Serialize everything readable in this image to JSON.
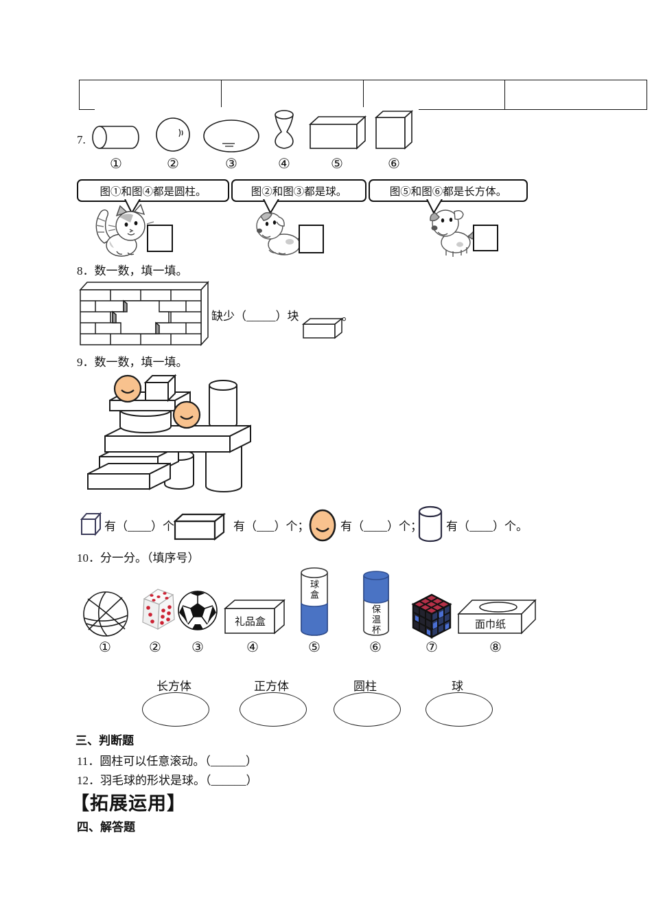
{
  "colors": {
    "accent_blue": "#4a73c4",
    "peach": "#f8c28e",
    "ink": "#111111"
  },
  "top_table": {
    "cells": [
      "",
      "",
      "",
      ""
    ]
  },
  "q7": {
    "number": "7.",
    "shape_nums": [
      "①",
      "②",
      "③",
      "④",
      "⑤",
      "⑥"
    ],
    "bubbles": [
      "图①和图④都是圆柱。",
      "图②和图③都是球。",
      "图⑤和图⑥都是长方体。"
    ]
  },
  "q8": {
    "title": "8．数一数，填一填。",
    "prompt": "缺少（_____）块",
    "period": "。"
  },
  "q9": {
    "title": "9．数一数，填一填。",
    "counts": [
      {
        "label": "有（____）个；"
      },
      {
        "label": "有（___）个；"
      },
      {
        "label": "有（____）个；"
      },
      {
        "label": "有（____）个。"
      }
    ]
  },
  "q10": {
    "title": "10．分一分。（填序号）",
    "item_nums": [
      "①",
      "②",
      "③",
      "④",
      "⑤",
      "⑥",
      "⑦",
      "⑧"
    ],
    "item_labels": {
      "gift_box": "礼品盒",
      "ball_box": "球盒",
      "thermos": "保温杯",
      "tissue_box": "面巾纸"
    },
    "categories": [
      "长方体",
      "正方体",
      "圆柱",
      "球"
    ]
  },
  "section3": {
    "heading": "三、判断题",
    "items": [
      "11．圆柱可以任意滚动。（______）",
      "12．羽毛球的形状是球。（______）"
    ]
  },
  "banner": "【拓展运用】",
  "section4": {
    "heading": "四、解答题"
  }
}
